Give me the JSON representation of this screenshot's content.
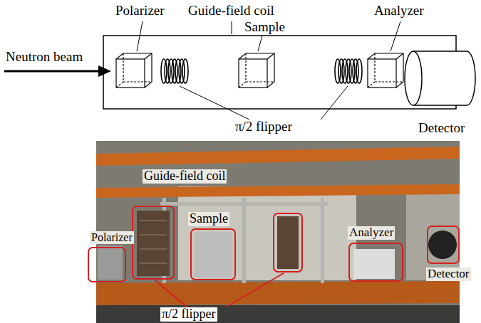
{
  "diagram": {
    "labels": [
      "Polarizer",
      "Guide-field coil",
      "Sample",
      "Analyzer",
      "Neutron beam",
      "π/2 flipper",
      "Detector",
      "Guide-field coil",
      "Polarizer",
      "Sample",
      "Analyzer",
      "Detector",
      "π/2 flipper"
    ]
  }
}
